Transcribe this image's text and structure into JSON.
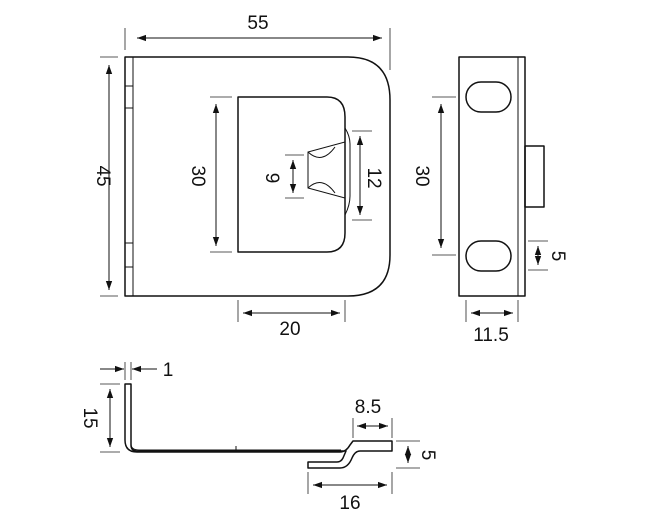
{
  "dimensions": {
    "front_width": "55",
    "front_height": "45",
    "opening_height": "30",
    "tab_height": "9",
    "slot_height": "12",
    "opening_width": "20",
    "side_height": "30",
    "side_slot": "5",
    "side_depth": "11.5",
    "thickness": "1",
    "flange_height": "15",
    "lip_length": "8.5",
    "offset": "5",
    "base_length": "16"
  }
}
